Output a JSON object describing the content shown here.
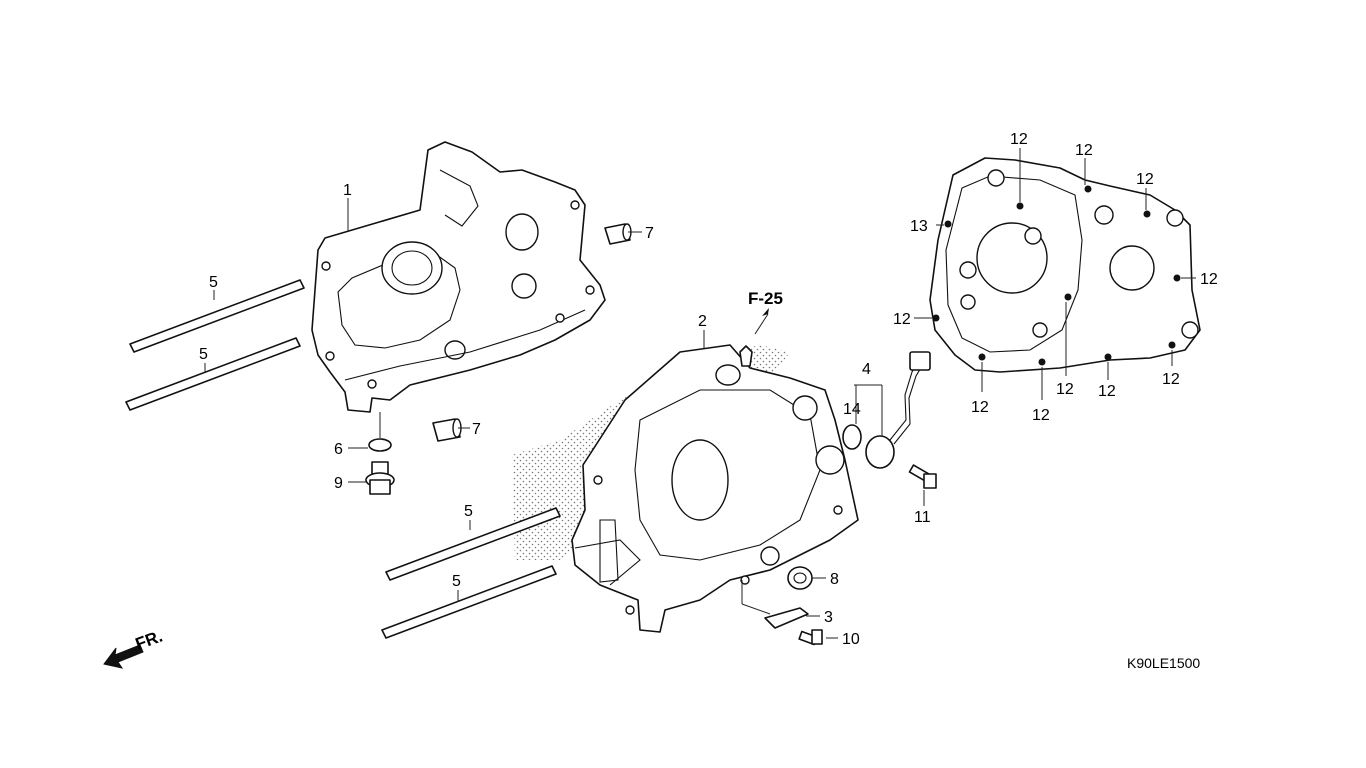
{
  "diagram": {
    "reference": "F-25",
    "direction_label": "FR.",
    "drawing_code": "K90LE1500",
    "callouts": [
      "1",
      "2",
      "3",
      "4",
      "5",
      "6",
      "7",
      "8",
      "9",
      "10",
      "11",
      "12",
      "13",
      "14"
    ],
    "icons": [
      "front-direction-arrow-icon"
    ]
  }
}
